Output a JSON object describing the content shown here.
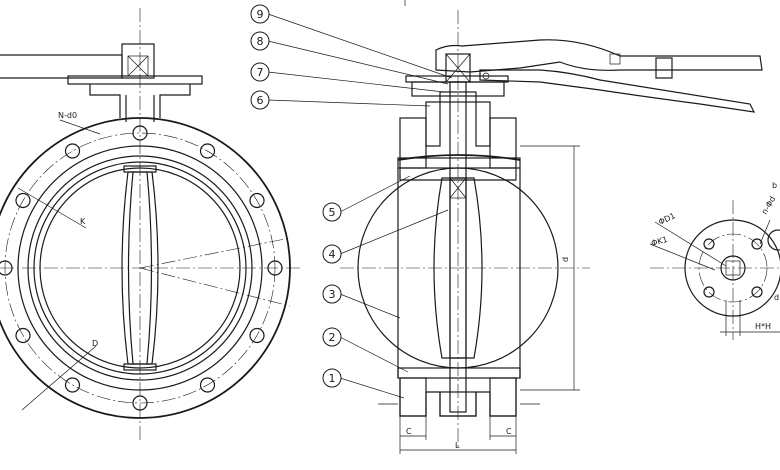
{
  "balloons": [
    "9",
    "8",
    "7",
    "6",
    "5",
    "4",
    "3",
    "2",
    "1"
  ],
  "dimensions": {
    "bolt_count": "N-d0",
    "height_d": "d",
    "length_L": "L",
    "flange_c_left": "C",
    "flange_c_right": "C",
    "phi_d1": "ΦD1",
    "phi_k1": "ΦK1",
    "n_phi": "n-Φd",
    "square_hh": "H*H",
    "side_b": "b",
    "side_d": "d"
  }
}
